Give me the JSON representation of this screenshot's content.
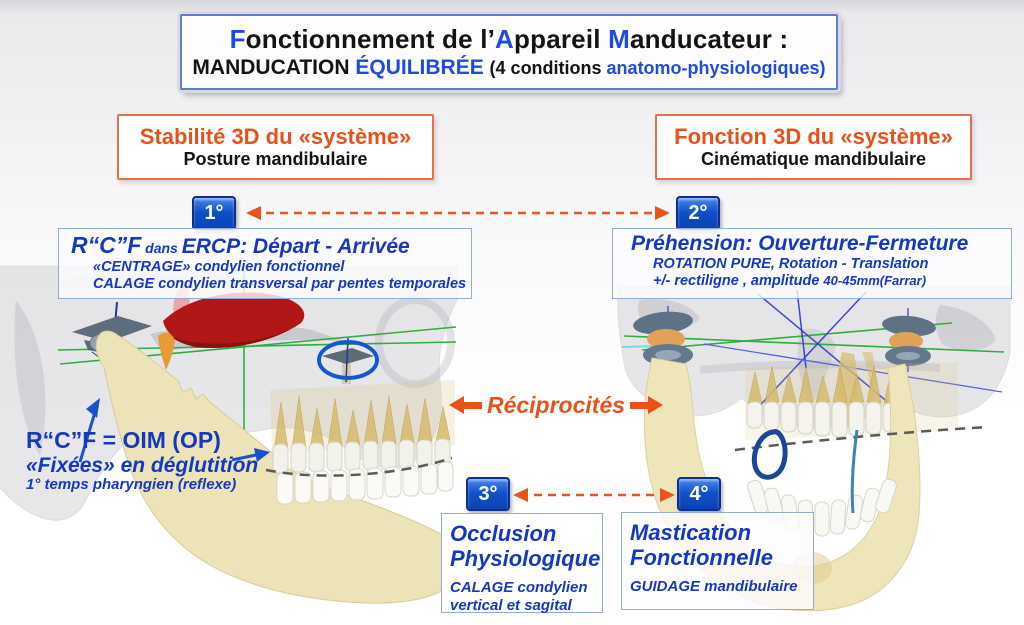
{
  "title": {
    "line1_parts": [
      {
        "t": "F"
      },
      {
        "t": "onctionnement de l’"
      },
      {
        "t": "A"
      },
      {
        "t": "ppareil "
      },
      {
        "t": "M"
      },
      {
        "t": "anducateur :"
      }
    ],
    "line2_parts": [
      {
        "t": "MANDUCATION "
      },
      {
        "t": "ÉQUILIBRÉE "
      },
      {
        "t": "(4 conditions "
      },
      {
        "t": "anatomo-physiologiques)"
      }
    ]
  },
  "left_header": {
    "title": "Stabilité 3D du «système»",
    "subtitle": "Posture mandibulaire"
  },
  "right_header": {
    "title": "Fonction 3D du «système»",
    "subtitle": "Cinématique mandibulaire"
  },
  "badges": {
    "b1": "1°",
    "b2": "2°",
    "b3": "3°",
    "b4": "4°"
  },
  "left_info": {
    "line1_parts": [
      {
        "t": "R“C”F"
      },
      {
        "t": " dans "
      },
      {
        "t": "ERCP: Départ - Arrivée"
      }
    ],
    "line2": "«CENTRAGE» condylien fonctionnel",
    "line3": "CALAGE condylien transversal par pentes temporales"
  },
  "right_info": {
    "line1": "Préhension: Ouverture-Fermeture",
    "line2": "ROTATION PURE, Rotation - Translation",
    "line3_parts": [
      {
        "t": "+/- rectiligne , amplitude "
      },
      {
        "t": "40-45mm(Farrar)"
      }
    ]
  },
  "reciprocites": {
    "label": "Réciprocités"
  },
  "oim_label": {
    "line1": "R“C”F = OIM (OP)",
    "line2": "«Fixées» en déglutition",
    "line3": "1° temps pharyngien (reflexe)"
  },
  "box3": {
    "title_line1": "Occlusion",
    "title_line2": "Physiologique",
    "sub_line1": "CALAGE condylien",
    "sub_line2": "vertical et sagital"
  },
  "box4": {
    "title_line1": "Mastication",
    "title_line2": "Fonctionnelle",
    "sub": "GUIDAGE mandibulaire"
  },
  "colors": {
    "accent_blue": "#1f4be0",
    "text_blue": "#1538c0",
    "orange": "#e8521a",
    "badge_blue": "#1050c8",
    "badge_border": "#0e2f8a",
    "box_border_blue": "#93acd6",
    "header_border": "#e0734e",
    "bone": "#eee5bb",
    "muscle_red": "#b21717",
    "axis_green": "#2fae3e",
    "marker_teal": "#3d85aa",
    "dash_gray": "#5a5a5a"
  }
}
